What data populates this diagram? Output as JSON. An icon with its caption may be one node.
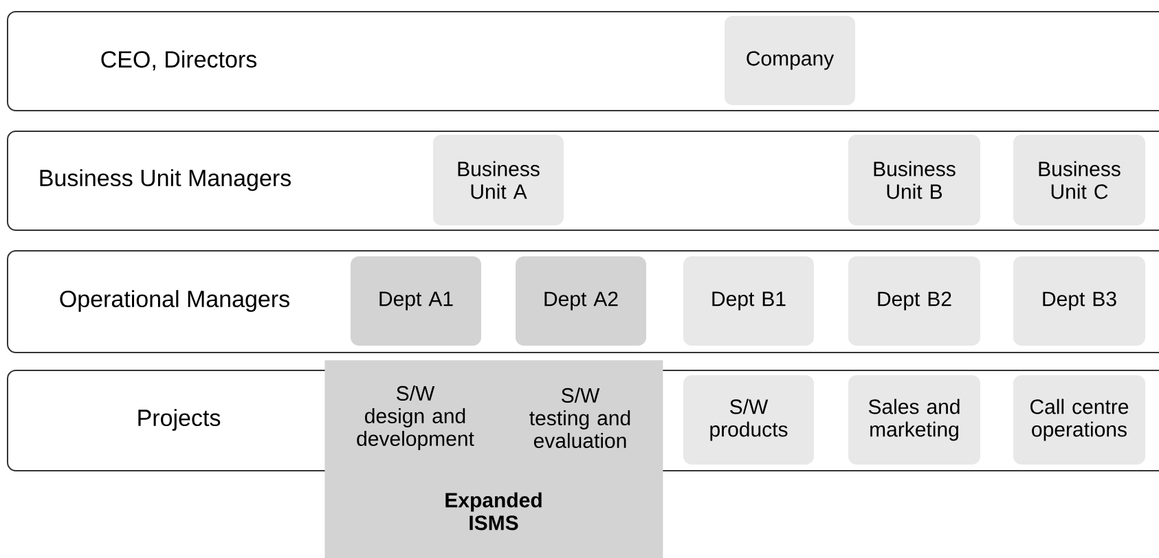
{
  "diagram": {
    "nodes": [
      {
        "text": [
          "CEO, Directors"
        ]
      },
      {
        "text": [
          "Company"
        ],
        "in": 0
      },
      {
        "text": [
          "Business Unit Managers"
        ]
      },
      {
        "text": [
          "Business Unit A"
        ],
        "in": 2
      },
      {
        "text": [
          "Business Unit B"
        ],
        "in": 2
      },
      {
        "text": [
          "Business Unit C"
        ],
        "in": 2
      },
      {
        "text": [
          "Operational Managers"
        ]
      },
      {
        "text": [
          "Dept A1"
        ],
        "in": 6
      },
      {
        "text": [
          "Dept A2"
        ],
        "in": 6
      },
      {
        "text": [
          "Dept B1"
        ],
        "in": 6
      },
      {
        "text": [
          "Dept B2"
        ],
        "in": 6
      },
      {
        "text": [
          "Dept B3"
        ],
        "in": 6
      },
      {
        "text": [
          "Projects"
        ]
      },
      {
        "text": [
          "S/W design and development",
          "S/W testing and evaluation",
          "Expanded ISMS"
        ]
      },
      {
        "text": [
          "S/W products"
        ],
        "in": 12
      },
      {
        "text": [
          "Sales and marketing"
        ],
        "in": 12
      },
      {
        "text": [
          "Call centre operations"
        ],
        "in": 12
      }
    ]
  }
}
